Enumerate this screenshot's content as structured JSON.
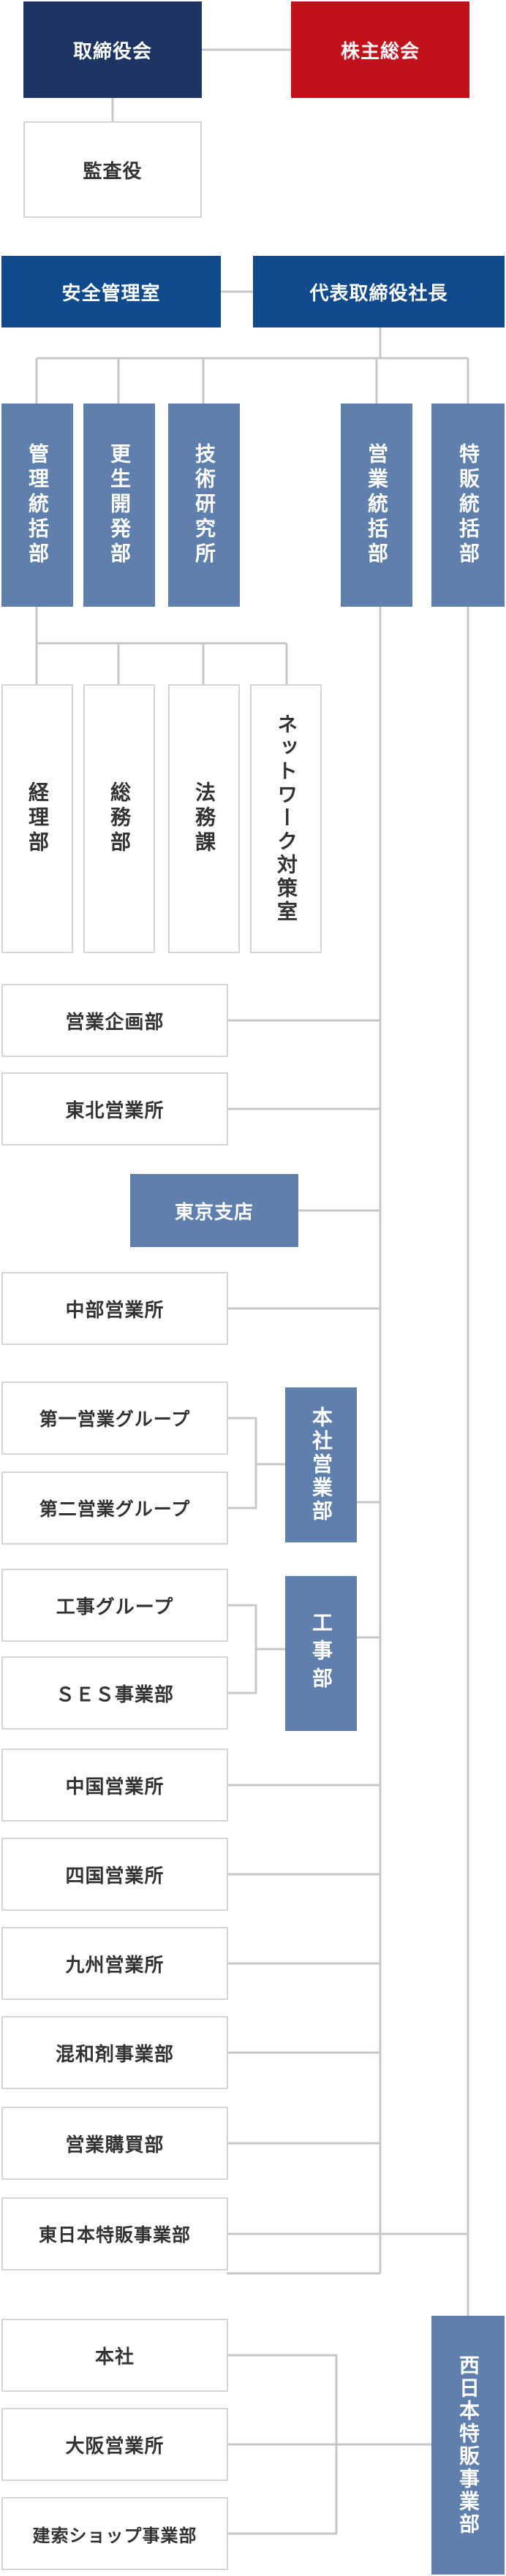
{
  "org": {
    "board": "取締役会",
    "shareholders": "株主総会",
    "auditor": "監査役",
    "safety": "安全管理室",
    "ceo": "代表取締役社長",
    "admin_hq": "管理統括部",
    "renewal_dev": "更生開発部",
    "tech_lab": "技術研究所",
    "sales_hq": "営業統括部",
    "tokuhan_hq": "特販統括部",
    "accounting": "経理部",
    "general_affairs": "総務部",
    "legal": "法務課",
    "network": "ネットワーク対策室",
    "sales_planning": "営業企画部",
    "tohoku": "東北営業所",
    "tokyo_branch": "東京支店",
    "chubu": "中部営業所",
    "sales_group_1": "第一営業グループ",
    "sales_group_2": "第二営業グループ",
    "head_office_sales": "本社営業部",
    "construction_group": "工事グループ",
    "ses": "ＳＥＳ事業部",
    "construction_dept": "工事部",
    "chugoku": "中国営業所",
    "shikoku": "四国営業所",
    "kyushu": "九州営業所",
    "admixture": "混和剤事業部",
    "purchasing": "営業購買部",
    "east_tokuhan": "東日本特販事業部",
    "head_office": "本社",
    "osaka": "大阪営業所",
    "building_shop": "建索ショップ事業部",
    "west_tokuhan": "西日本特販事業部"
  }
}
